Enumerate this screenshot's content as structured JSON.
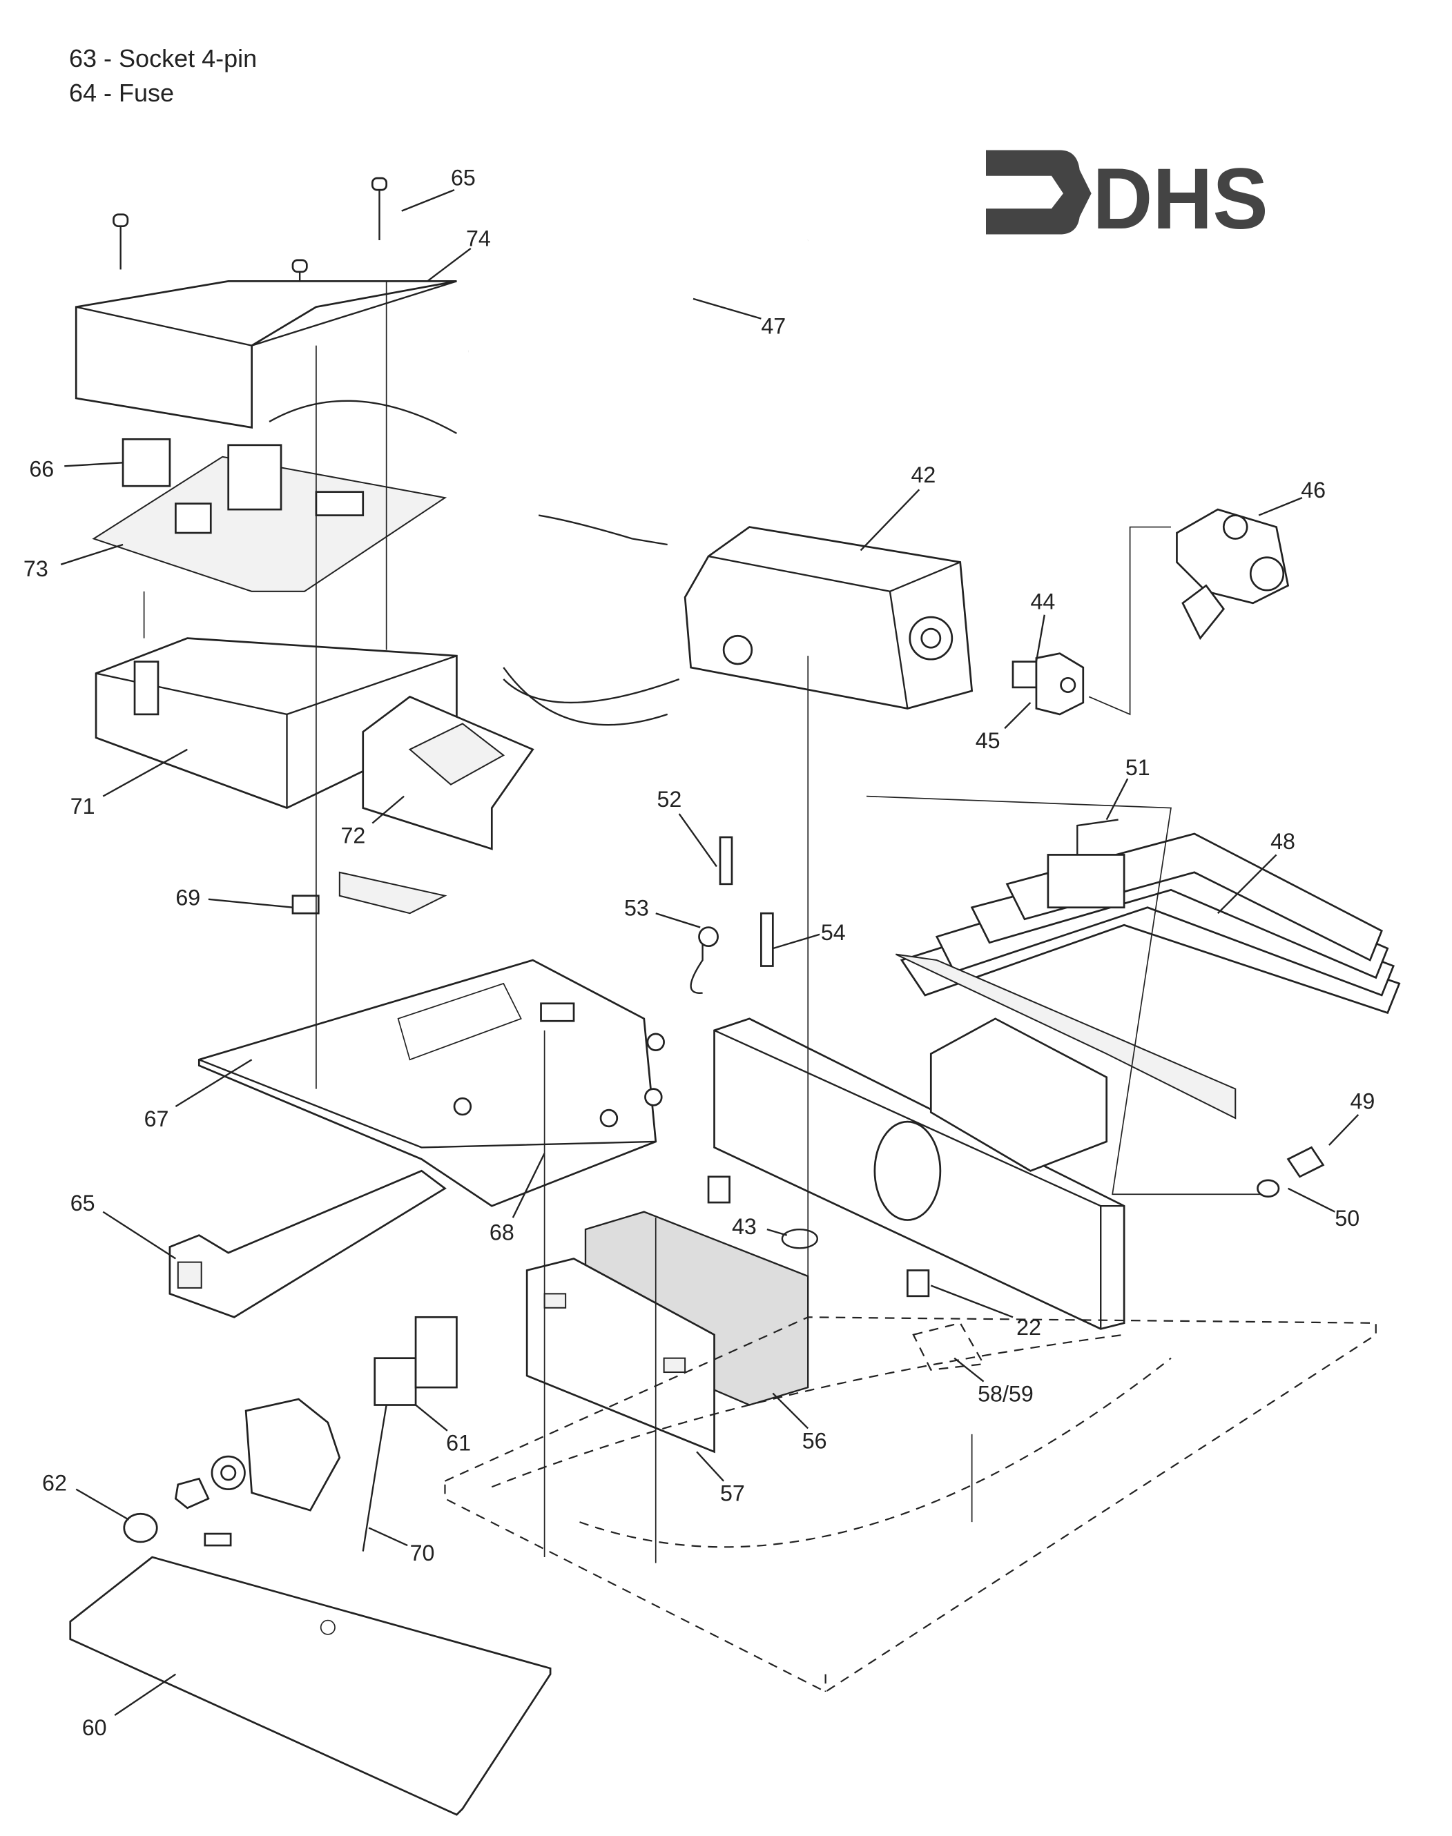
{
  "legend": [
    {
      "text": "63 - Socket 4-pin"
    },
    {
      "text": "64 - Fuse"
    }
  ],
  "logo": {
    "text": "DHS",
    "color": "#444444"
  },
  "labels": {
    "l65a": "65",
    "l74": "74",
    "l47": "47",
    "l66": "66",
    "l42": "42",
    "l46": "46",
    "l73": "73",
    "l44": "44",
    "l45": "45",
    "l71": "71",
    "l72": "72",
    "l51": "51",
    "l52": "52",
    "l48": "48",
    "l69": "69",
    "l53": "53",
    "l54": "54",
    "l67": "67",
    "l49": "49",
    "l65b": "65",
    "l43": "43",
    "l68": "68",
    "l50": "50",
    "l22": "22",
    "l5859": "58/59",
    "l61": "61",
    "l56": "56",
    "l57": "57",
    "l62": "62",
    "l70": "70",
    "l60": "60"
  }
}
